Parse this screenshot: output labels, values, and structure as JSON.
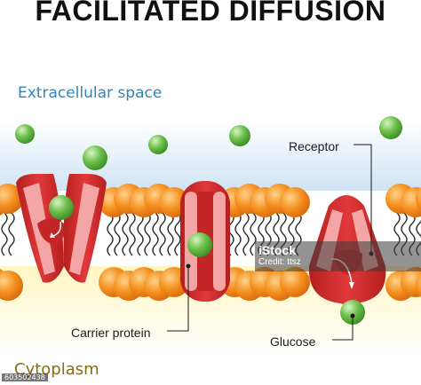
{
  "title": "FACILITATED DIFFUSION",
  "regions": {
    "extracellular": "Extracellular space",
    "cytoplasm": "Cytoplasm"
  },
  "labels": {
    "receptor": "Receptor",
    "carrier_protein": "Carrier protein",
    "glucose": "Glucose"
  },
  "watermark": {
    "brand": "iStock",
    "credit": "Credit: ttsz"
  },
  "stock_id": "603502438",
  "colors": {
    "extracellular_bg": "#d6e8f5",
    "cytoplasm_bg": "#fbf3b8",
    "phospholipid_head": "#f08a1c",
    "protein_dark": "#d42c2c",
    "protein_light": "#f4a6a6",
    "glucose": "#6cc04a"
  }
}
